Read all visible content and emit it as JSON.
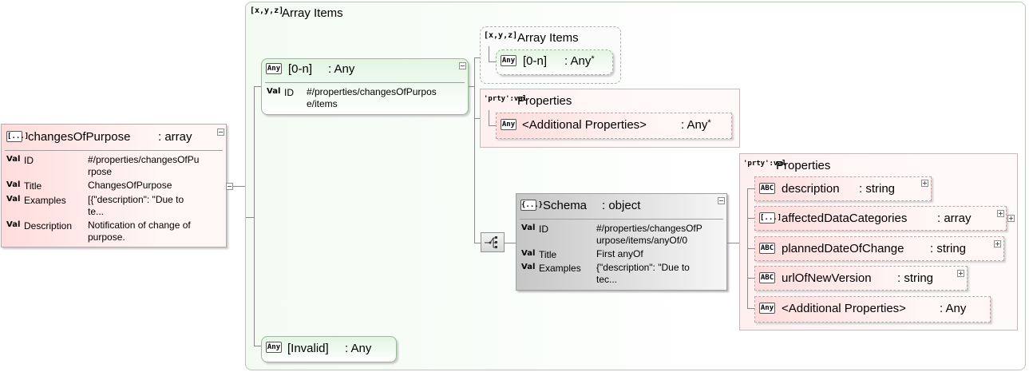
{
  "root": {
    "badge": "[...]",
    "name": "changesOfPurpose",
    "type": ": array",
    "props": [
      {
        "val": "Val",
        "name": "ID",
        "value": "#/properties/changesOfPu\nrpose"
      },
      {
        "val": "Val",
        "name": "Title",
        "value": "ChangesOfPurpose"
      },
      {
        "val": "Val",
        "name": "Examples",
        "value": "[{\"description\": \"Due to\nte..."
      },
      {
        "val": "Val",
        "name": "Description",
        "value": "Notification of change of\npurpose."
      }
    ]
  },
  "array_items_container": {
    "tag": "[x,y,z]",
    "title": "Array Items"
  },
  "item_any": {
    "badge": "Any",
    "range": "[0-n]",
    "type": ": Any",
    "props": [
      {
        "val": "Val",
        "name": "ID",
        "value": "#/properties/changesOfPurpos\ne/items"
      }
    ]
  },
  "nested_array_items": {
    "tag": "[x,y,z]",
    "title": "Array Items",
    "element": {
      "badge": "Any",
      "range": "[0-n]",
      "type": ": Any",
      "star": "*"
    }
  },
  "properties_container_1": {
    "tag": "'prty':val",
    "title": "Properties",
    "element": {
      "badge": "Any",
      "name": "<Additional Properties>",
      "type": ": Any",
      "star": "*"
    }
  },
  "choice_icon": "choice-icon",
  "schema": {
    "badge": "{...}",
    "name": "Schema",
    "type": ": object",
    "props": [
      {
        "val": "Val",
        "name": "ID",
        "value": "#/properties/changesOfP\nurpose/items/anyOf/0"
      },
      {
        "val": "Val",
        "name": "Title",
        "value": "First anyOf"
      },
      {
        "val": "Val",
        "name": "Examples",
        "value": "{\"description\": \"Due to\ntec..."
      }
    ]
  },
  "properties_container_2": {
    "tag": "'prty':val",
    "title": "Properties",
    "items": [
      {
        "badge": "ABC",
        "name": "description",
        "type": ": string"
      },
      {
        "badge": "[...]",
        "name": "affectedDataCategories",
        "type": ": array"
      },
      {
        "badge": "ABC",
        "name": "plannedDateOfChange",
        "type": ": string"
      },
      {
        "badge": "ABC",
        "name": "urlOfNewVersion",
        "type": ": string"
      },
      {
        "badge": "Any",
        "name": "<Additional Properties>",
        "type": ": Any"
      }
    ]
  },
  "invalid": {
    "badge": "Any",
    "name": "[Invalid]",
    "type": ": Any"
  }
}
